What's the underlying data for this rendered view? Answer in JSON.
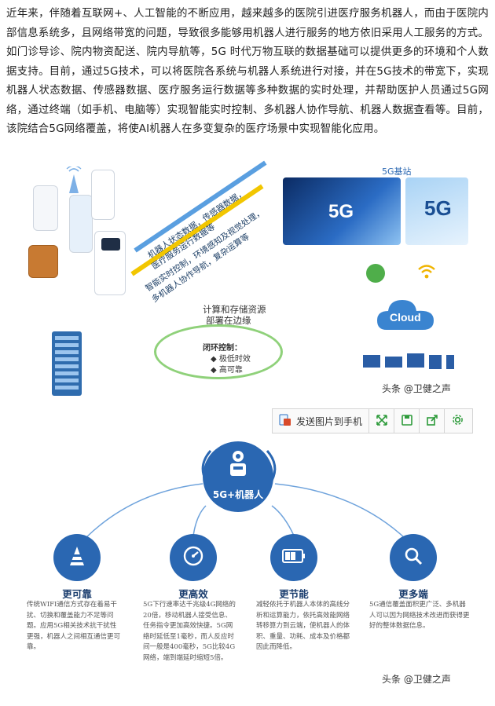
{
  "article": {
    "paragraph": "近年来，伴随着互联网+、人工智能的不断应用，越来越多的医院引进医疗服务机器人，而由于医院内部信息系统多，且网络带宽的问题，导致很多能够用机器人进行服务的地方依旧采用人工服务的方式。如门诊导诊、院内物资配送、院内导航等，5G 时代万物互联的数据基础可以提供更多的环境和个人数据支持。目前，通过5G技术，可以将医院各系统与机器人系统进行对接，并在5G技术的带宽下，实现机器人状态数据、传感器数据、医疗服务运行数据等多种数据的实时处理，并帮助医护人员通过5G网络，通过终端（如手机、电脑等）实现智能实时控制、多机器人协作导航、机器人数据查看等。目前，该院结合5G网络覆盖，将使AI机器人在多变复杂的医疗场景中实现智能化应用。"
  },
  "figure1": {
    "upper_arrow_text_1": "机器人状态数据，传感器数据，",
    "upper_arrow_text_2": "医疗服务运行数据等",
    "lower_arrow_text_1": "智能实时控制，环境感知及视觉处理，",
    "lower_arrow_text_2": "多机器人协作导航，复杂运算等",
    "base_station_label": "5G基站",
    "g5_label_a": "5G",
    "g5_label_b": "5G",
    "cloud_label": "Cloud",
    "edge_label_1": "计算和存储资源",
    "edge_label_2": "部署在边缘",
    "loop_title": "闭环控制：",
    "loop_item_1": "◆ 极低时效",
    "loop_item_2": "◆ 高可靠",
    "watermark": "头条 @卫健之声"
  },
  "toolbar": {
    "send_label": "发送图片到手机",
    "icons": [
      "send-to-phone-icon",
      "expand-icon",
      "save-icon",
      "share-icon",
      "settings-icon"
    ]
  },
  "figure2": {
    "center_label": "5G+机器人",
    "features": [
      {
        "title": "更可靠",
        "icon": "cone-icon",
        "desc": "传统WIFI通信方式存在着易干扰、切换和覆盖能力不足等问题。应用5G相关技术抗干扰性更强，机器人之间相互通信更可靠。"
      },
      {
        "title": "更高效",
        "icon": "speedometer-icon",
        "desc": "5G下行速率达千兆级4G网络的20倍，移动机器人接受信息、任务指令更加高效快捷。5G网络时延低至1毫秒，而人反应时间一般是400毫秒，5G比较4G网络，端到端延时缩短5倍。"
      },
      {
        "title": "更节能",
        "icon": "battery-icon",
        "desc": "减轻依托于机器人本体的高线分析和运算能力，依托高效能网络转移算力到云端，使机器人的体积、重量、功耗、成本及价格都因此而降低。"
      },
      {
        "title": "更多端",
        "icon": "search-icon",
        "desc": "5G通信覆盖面积更广泛、多机器人可以因为网络技术改进而获得更好的整体数据信息。"
      }
    ],
    "watermark": "头条 @卫健之声"
  },
  "colors": {
    "primary_blue": "#2a67b2",
    "arrow_blue": "#5a9fe0",
    "arrow_yellow": "#f2c600",
    "loop_green": "#8fd17a",
    "toolbar_icon_green": "#2e9b3b"
  }
}
